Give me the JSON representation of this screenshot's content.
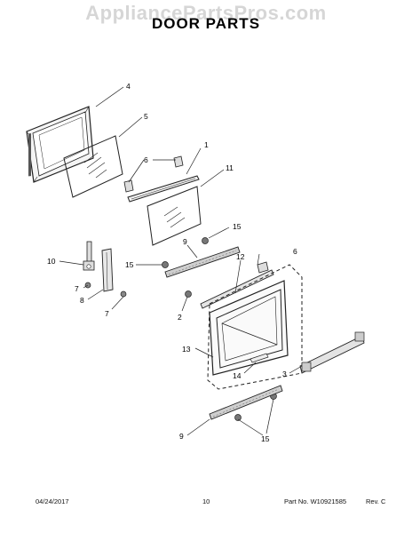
{
  "watermark": "AppliancePartsPros.com",
  "title": "DOOR PARTS",
  "callouts": {
    "c4": "4",
    "c5": "5",
    "c1": "1",
    "c6a": "6",
    "c11": "11",
    "c15a": "15",
    "c9a": "9",
    "c10": "10",
    "c15b": "15",
    "c6b": "6",
    "c12": "12",
    "c7a": "7",
    "c8": "8",
    "c7b": "7",
    "c2": "2",
    "c13": "13",
    "c3": "3",
    "c14": "14",
    "c9b": "9",
    "c15c": "15"
  },
  "footer": {
    "date": "04/24/2017",
    "page": "10",
    "part_no": "Part No. W10921585",
    "rev": "Rev. C"
  }
}
